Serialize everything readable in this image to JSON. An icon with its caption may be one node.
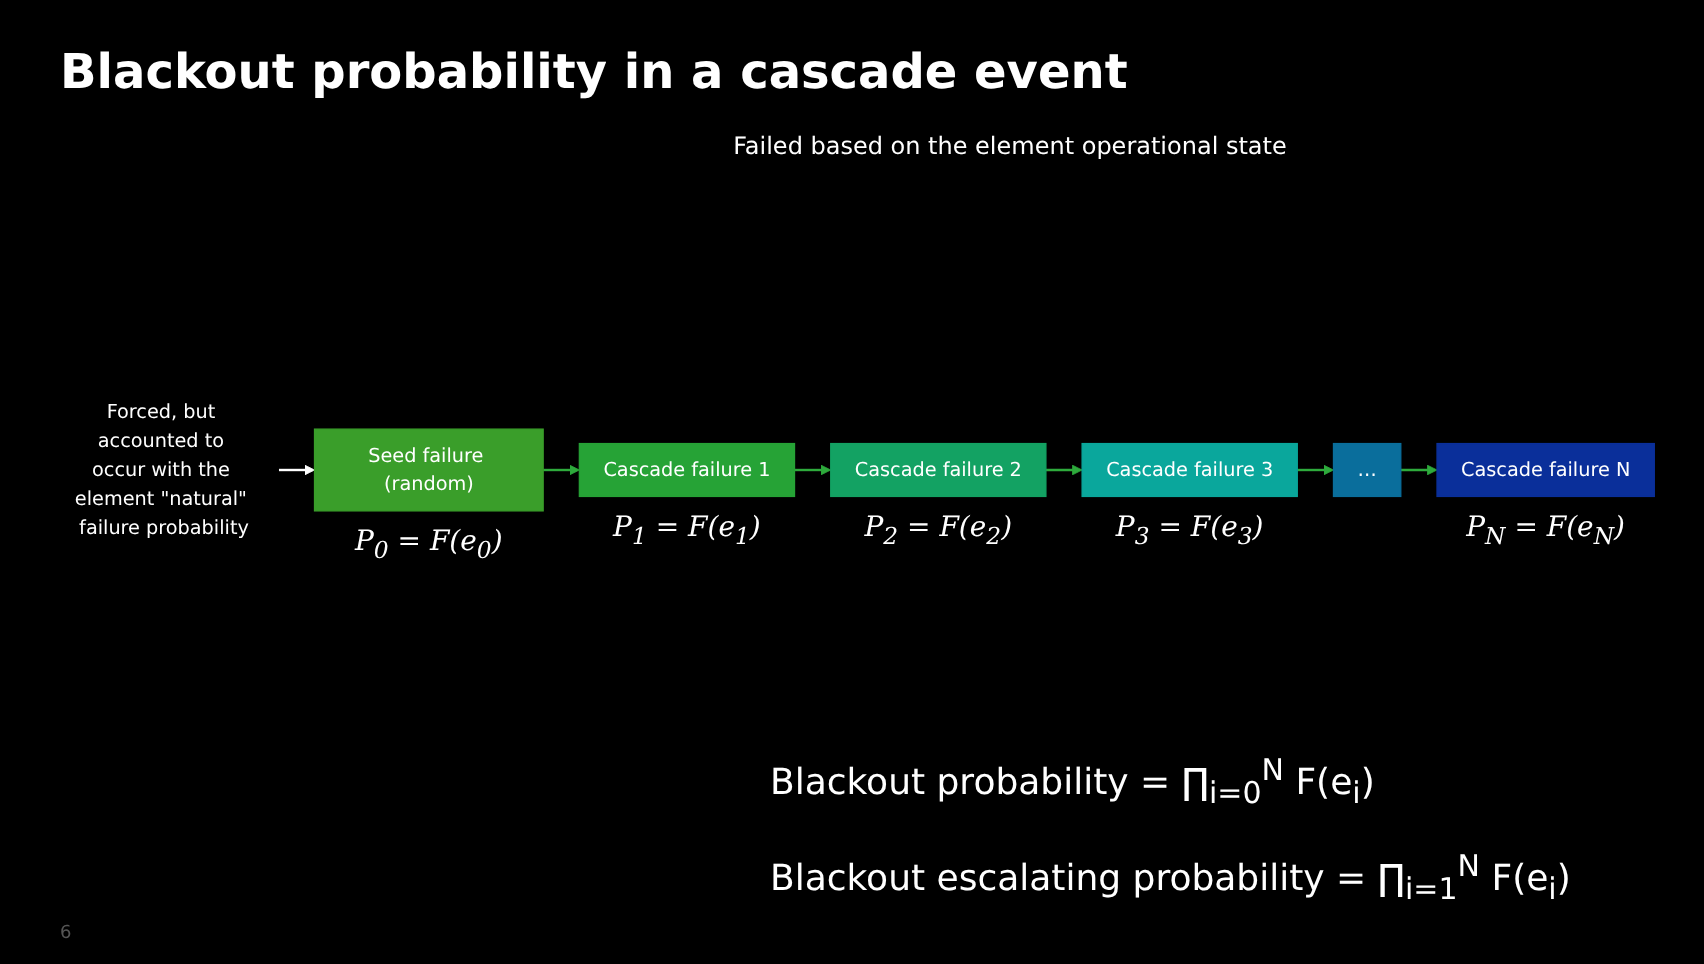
{
  "diagram": {
    "title": "Blackout probability in a cascade event",
    "nodes": [
      {
        "text": [
          "Seed failure (random)"
        ],
        "beside": [
          "P$_{0}$ = F(e$_{0}$)"
        ]
      },
      {
        "text": [
          "Cascade failure 1"
        ],
        "beside": [
          "P$_{1}$ = F(e$_{1}$)"
        ]
      },
      {
        "text": [
          "Cascade failure 2"
        ],
        "beside": [
          "P$_{2}$ = F(e$_{2}$)"
        ]
      },
      {
        "text": [
          "Cascade failure 3"
        ],
        "beside": [
          "P$_{3}$ = F(e$_{3}$)"
        ]
      },
      {
        "text": [
          "…"
        ]
      },
      {
        "text": [
          "Cascade failure N"
        ],
        "beside": [
          "P$_{N}$ = F(e$_{N}$)"
        ]
      },
      {
        "text": [
          "Forced, but accounted to occur with the element \"natural\" failure probability"
        ]
      }
    ],
    "edges": [
      {
        "from": 0,
        "to": 1,
        "arrow": "to"
      },
      {
        "from": 1,
        "to": 2,
        "arrow": "to"
      },
      {
        "from": 2,
        "to": 3,
        "arrow": "to"
      },
      {
        "from": 3,
        "to": 4,
        "arrow": "to"
      },
      {
        "from": 4,
        "to": 5,
        "arrow": "to"
      },
      {
        "from": 6,
        "to": 0,
        "arrow": "to",
        "color": "#ffffff"
      }
    ],
    "labels": [
      "Failed based on the element operational state",
      "Blackout probability = ∏$_{i=0}$$^{N}$ F(e$_{i}$)",
      "Blackout escalating probability = ∏$_{i=1}$$^{N}$ F(e$_{i}$)",
      "6"
    ]
  }
}
